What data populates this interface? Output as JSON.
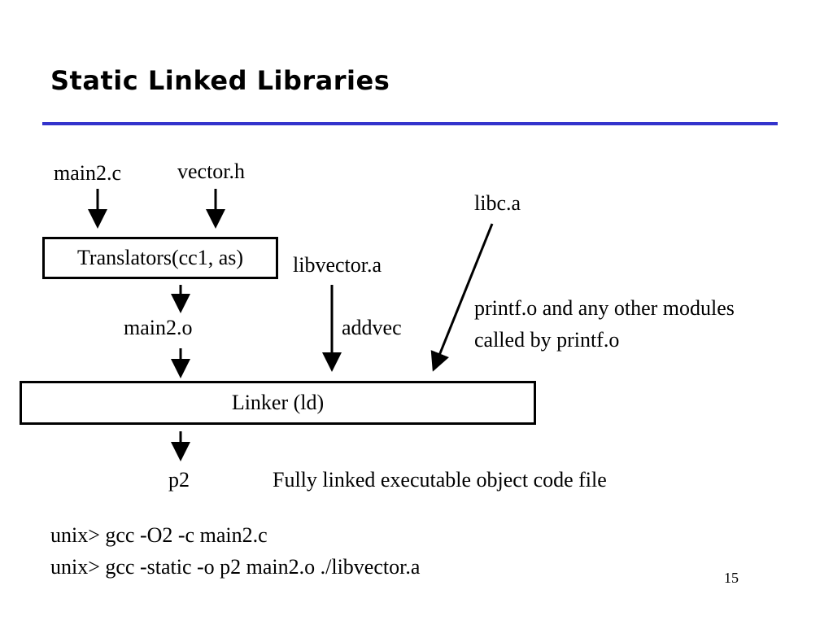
{
  "slide": {
    "title": "Static Linked Libraries",
    "rule_color": "#3333cc",
    "page_number": "15"
  },
  "diagram": {
    "inputs": {
      "source": "main2.c",
      "header": "vector.h"
    },
    "translators_box": "Translators(cc1, as)",
    "object_file": "main2.o",
    "archive": "libvector.a",
    "archive_member": "addvec",
    "libc": "libc.a",
    "libc_note_line1": "printf.o and any other modules",
    "libc_note_line2": "called by printf.o",
    "linker_box": "Linker (ld)",
    "output": "p2",
    "output_description": "Fully linked executable object code file"
  },
  "commands": [
    "unix> gcc -O2 -c main2.c",
    "unix> gcc -static -o p2 main2.o ./libvector.a"
  ]
}
